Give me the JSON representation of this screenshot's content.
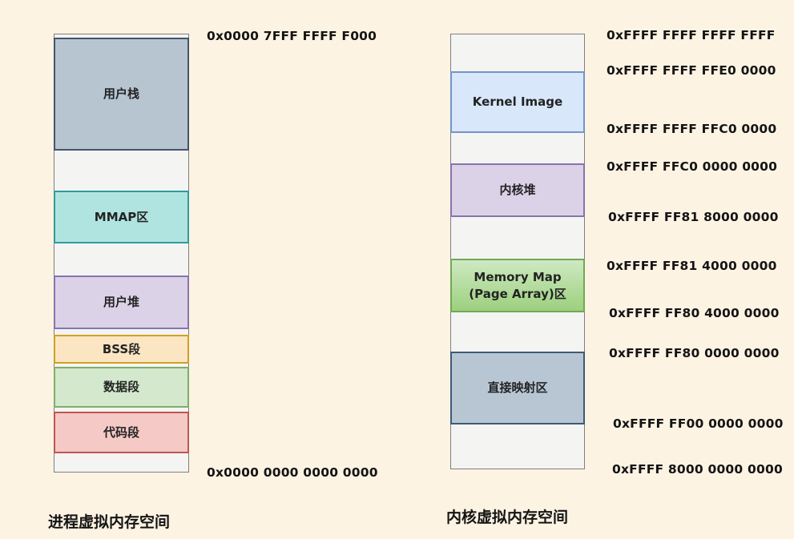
{
  "page": {
    "background_color": "#FDF3E3",
    "text_color": "#141414"
  },
  "left_diagram": {
    "title": "进程虚拟内存空间",
    "top_address": "0x0000 7FFF FFFF F000",
    "bottom_address": "0x0000 0000 0000 0000",
    "segments": [
      {
        "label": "用户栈",
        "fill": "#B7C5D1",
        "border": "#44546A"
      },
      {
        "label": "MMAP区",
        "fill": "#B0E4E0",
        "border": "#2E9D9D"
      },
      {
        "label": "用户堆",
        "fill": "#DCD2E8",
        "border": "#8674AE"
      },
      {
        "label": "BSS段",
        "fill": "#FCE5C3",
        "border": "#D0A021"
      },
      {
        "label": "数据段",
        "fill": "#D3E8CC",
        "border": "#7FAE6B"
      },
      {
        "label": "代码段",
        "fill": "#F5C9C5",
        "border": "#BD5653"
      }
    ]
  },
  "right_diagram": {
    "title": "内核虚拟内存空间",
    "segments": [
      {
        "label": "Kernel Image",
        "fill": "#D8E7FA",
        "border": "#7393C9"
      },
      {
        "label": "内核堆",
        "fill": "#DCD2E8",
        "border": "#8674AE"
      },
      {
        "label_line1": "Memory Map",
        "label_line2": "(Page Array)区",
        "fill": "linear-gradient(180deg,#CFE9C2,#9CD07E)",
        "border": "#71A854"
      },
      {
        "label": "直接映射区",
        "fill": "#B8C6D4",
        "border": "#3D5A73"
      }
    ],
    "addresses": [
      "0xFFFF FFFF FFFF FFFF",
      "0xFFFF FFFF FFE0 0000",
      "0xFFFF FFFF FFC0 0000",
      "0xFFFF FFC0 0000 0000",
      "0xFFFF FF81 8000 0000",
      "0xFFFF FF81 4000 0000",
      "0xFFFF FF80 4000 0000",
      "0xFFFF FF80 0000 0000",
      "0xFFFF FF00 0000 0000",
      "0xFFFF 8000 0000 0000"
    ]
  }
}
